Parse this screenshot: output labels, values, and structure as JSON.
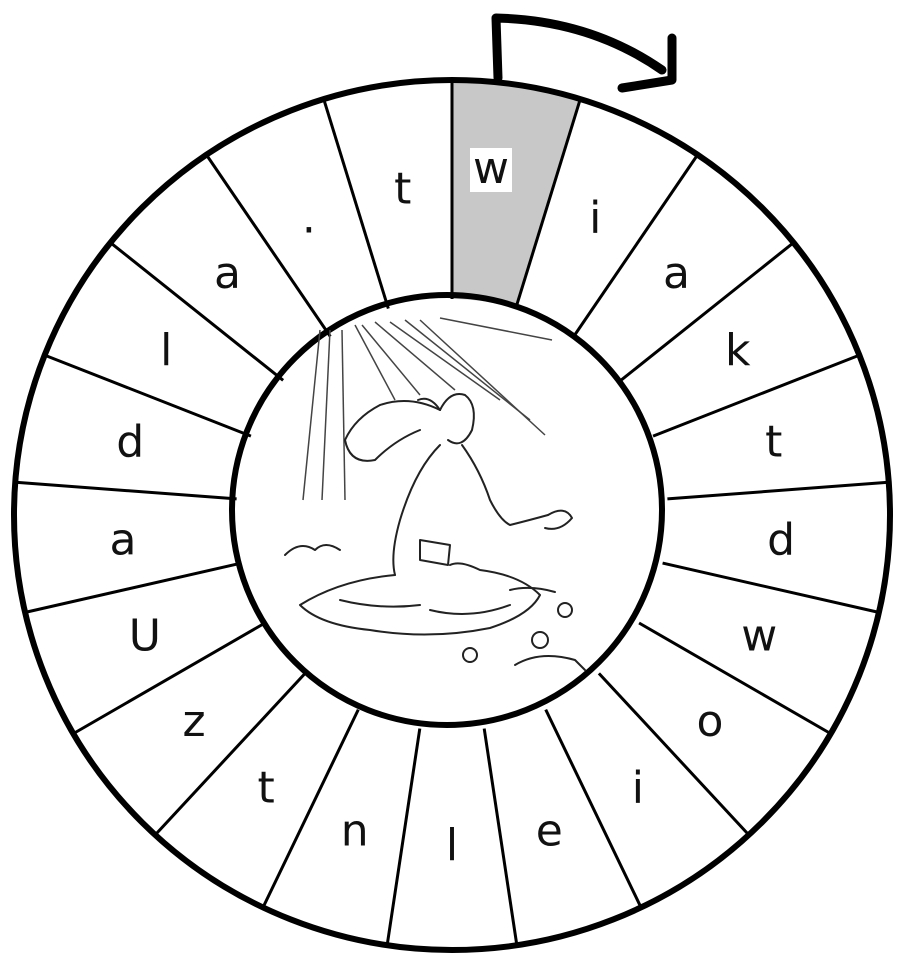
{
  "wheel": {
    "highlight_color": "#c8c8c8",
    "start_letter": "w",
    "letters": [
      "w",
      "i",
      "a",
      "k",
      "t",
      "d",
      "w",
      "o",
      "i",
      "e",
      "l",
      "n",
      "t",
      "z",
      "U",
      "a",
      "d",
      "l",
      "a",
      ".",
      "t"
    ]
  },
  "arrow_icon": "clockwise-arrow-icon",
  "center_picture_icon": "praying-man-illustration-icon"
}
